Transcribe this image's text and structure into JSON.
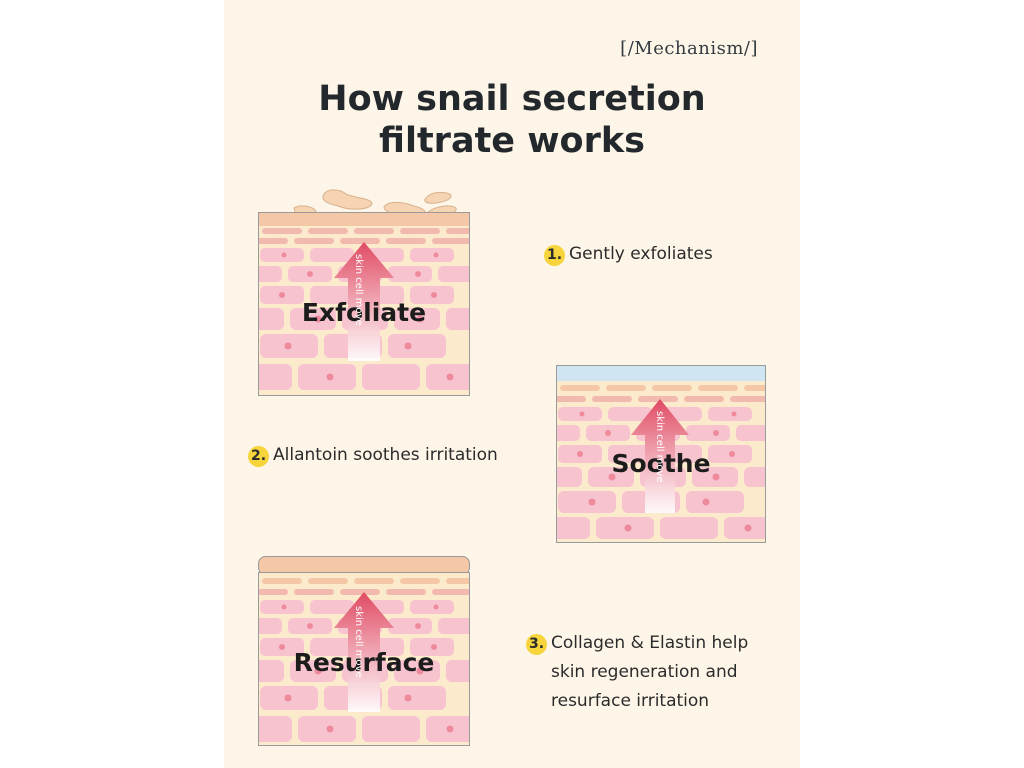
{
  "header": {
    "tag": "[/Mechanism/]",
    "title_line1": "How snail secretion",
    "title_line2": "filtrate works"
  },
  "steps": [
    {
      "number": "1.",
      "text": "Gently exfoliates"
    },
    {
      "number": "2.",
      "text": "Allantoin soothes irritation"
    },
    {
      "number": "3.",
      "lines": [
        "Collagen & Elastin help",
        "skin regeneration and",
        "resurface irritation"
      ]
    }
  ],
  "illustrations": [
    {
      "label": "Exfoliate",
      "arrow_text": "skin cell move"
    },
    {
      "label": "Soothe",
      "arrow_text": "skin cell move"
    },
    {
      "label": "Resurface",
      "arrow_text": "skin cell move"
    }
  ],
  "colors": {
    "background": "#fdf6e8",
    "skin_cell": "#f6c3cf",
    "skin_layer": "#f4c8a6",
    "nucleus": "#ee8a9c",
    "arrow": "#e04a63",
    "soothe_layer": "#cfe6f2",
    "badge": "#f7d43c"
  }
}
